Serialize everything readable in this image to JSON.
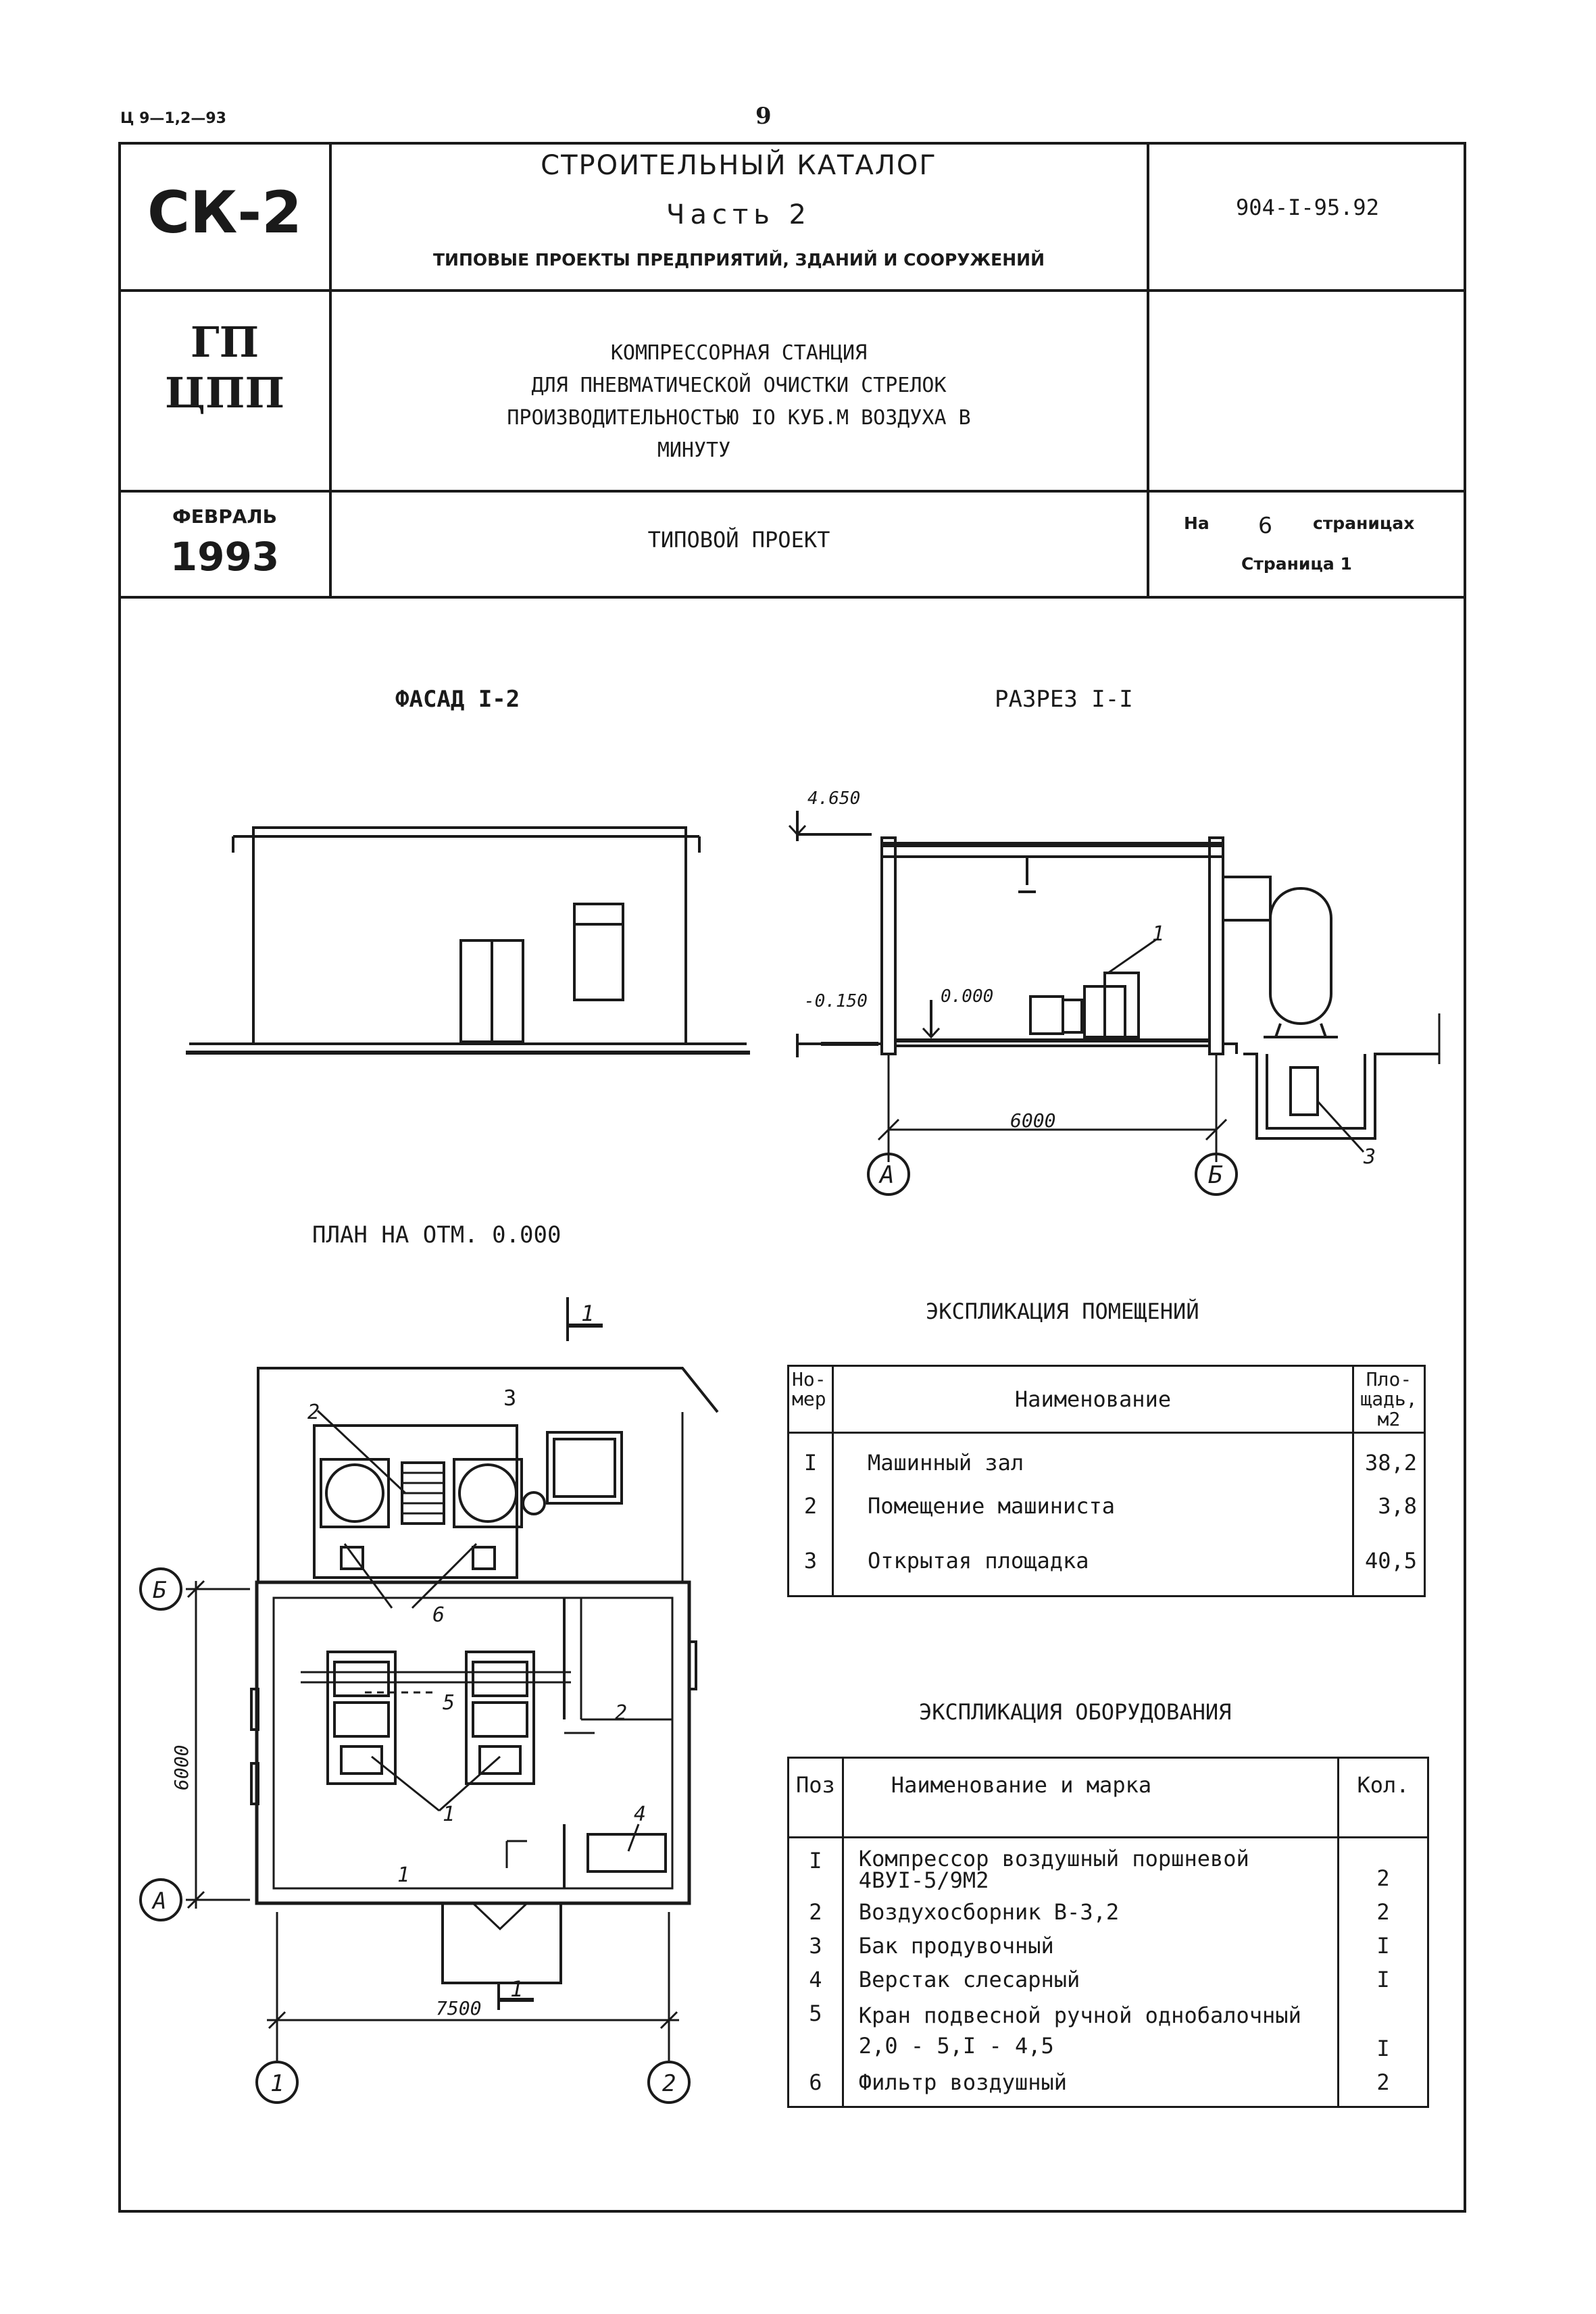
{
  "page": {
    "code": "Ц 9—1,2—93",
    "number": "9"
  },
  "header": {
    "series": "СК-2",
    "catalog_title": "СТРОИТЕЛЬНЫЙ КАТАЛОГ",
    "part": "Часть 2",
    "subtitle": "ТИПОВЫЕ ПРОЕКТЫ ПРЕДПРИЯТИЙ, ЗДАНИЙ И СООРУЖЕНИЙ",
    "project_number": "904-I-95.92",
    "org_line1": "ГП",
    "org_line2": "ЦПП",
    "project_title_lines": [
      "КОМПРЕССОРНАЯ СТАНЦИЯ",
      "ДЛЯ ПНЕВМАТИЧЕСКОЙ ОЧИСТКИ  СТРЕЛОК",
      "ПРОИЗВОДИТЕЛЬНОСТЬЮ IO КУБ.М  ВОЗДУХА В",
      "МИНУТУ"
    ],
    "month": "ФЕВРАЛЬ",
    "year": "1993",
    "project_type": "ТИПОВОЙ ПРОЕКТ",
    "pages_prefix": "На",
    "pages_count": "6",
    "pages_suffix": "страницах",
    "page_label": "Страница 1"
  },
  "drawings": {
    "facade_title": "ФАСАД  I-2",
    "section_title": "РАЗРЕЗ I-I",
    "plan_title": "ПЛАН НА ОТМ. 0.000",
    "section": {
      "elev_top": "4.650",
      "elev_ground": "-0.150",
      "elev_floor": "0.000",
      "dim_span": "6000",
      "axis_left": "А",
      "axis_right": "Б",
      "callout_1": "1",
      "callout_3": "3"
    },
    "plan": {
      "dim_vertical": "6000",
      "dim_horizontal": "7500",
      "axis_b": "Б",
      "axis_a": "А",
      "axis_1": "1",
      "axis_2": "2",
      "cut_top": "1",
      "cut_bottom": "1",
      "label_open_area": "3",
      "label_receivers": "2",
      "label_filters": "6",
      "label_crane": "5",
      "label_compressors": "1",
      "label_room2": "2",
      "label_bench": "4",
      "label_hall": "1"
    }
  },
  "rooms_table": {
    "title": "ЭКСПЛИКАЦИЯ ПОМЕЩЕНИЙ",
    "headers": [
      "Но-\nмер",
      "Наименование",
      "Пло-\nщадь,\nм2"
    ],
    "rows": [
      [
        "I",
        "Машинный зал",
        "38,2"
      ],
      [
        "2",
        "Помещение машиниста",
        "3,8"
      ],
      [
        "3",
        "Открытая площадка",
        "40,5"
      ]
    ]
  },
  "equipment_table": {
    "title": "ЭКСПЛИКАЦИЯ ОБОРУДОВАНИЯ",
    "headers": [
      "Поз",
      "Наименование и марка",
      "Кол."
    ],
    "rows": [
      [
        "I",
        "Компрессор воздушный поршневой\n4ВУI-5/9М2",
        "2"
      ],
      [
        "2",
        "Воздухосборник В-3,2",
        "2"
      ],
      [
        "3",
        "Бак продувочный",
        "I"
      ],
      [
        "4",
        "Верстак слесарный",
        "I"
      ],
      [
        "5",
        "Кран подвесной ручной однобалочный\n2,0 - 5,I - 4,5",
        "I"
      ],
      [
        "6",
        "Фильтр воздушный",
        "2"
      ]
    ]
  }
}
